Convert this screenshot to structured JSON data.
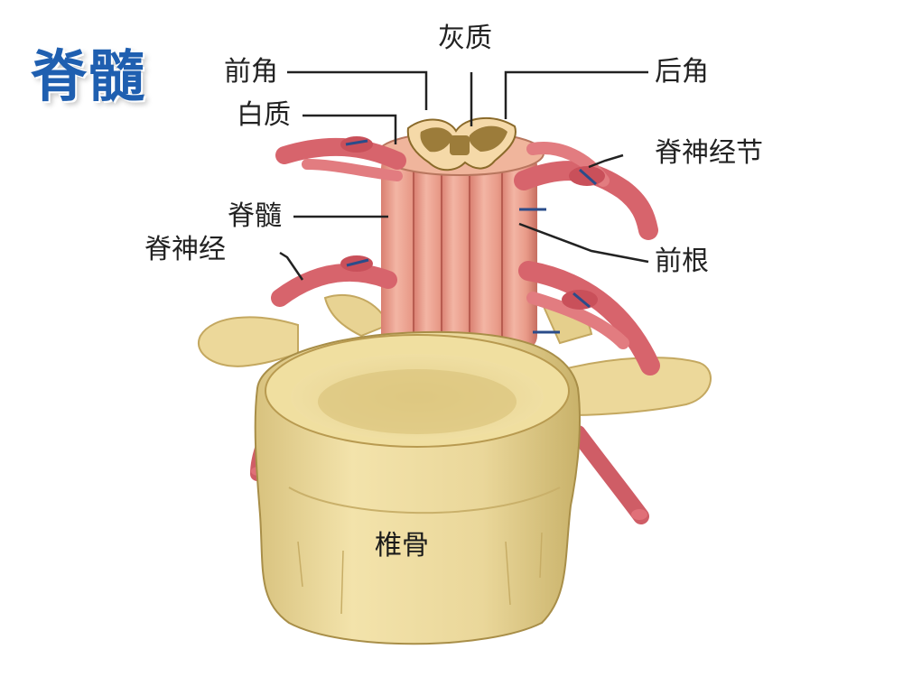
{
  "title": "脊髓",
  "labels": {
    "anterior_horn": "前角",
    "gray_matter": "灰质",
    "posterior_horn": "后角",
    "white_matter": "白质",
    "spinal_ganglion": "脊神经节",
    "spinal_cord": "脊髓",
    "spinal_nerve": "脊神经",
    "anterior_root": "前根",
    "vertebra": "椎骨"
  },
  "colors": {
    "title": "#1f5fb0",
    "bone": "#eedc9c",
    "bone_shade": "#c9b26a",
    "cord": "#e89a88",
    "nerve": "#d9626a",
    "gray_matter": "#b89a50",
    "leader_line": "#222222"
  }
}
